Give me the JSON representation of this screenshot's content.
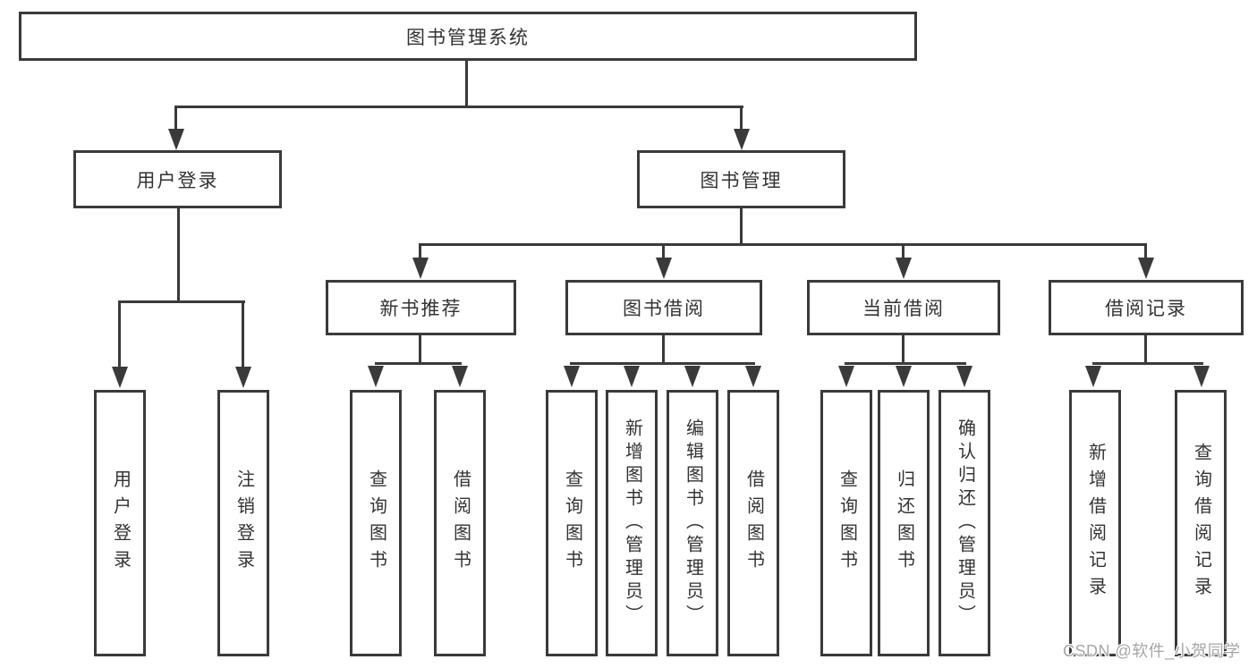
{
  "nodes": {
    "root": "图书管理系统",
    "user_login": "用户登录",
    "book_management": "图书管理",
    "new_book_recommend": "新书推荐",
    "book_borrowing": "图书借阅",
    "current_borrowing": "当前借阅",
    "borrowing_records": "借阅记录",
    "leaf_user_login": "用户登录",
    "leaf_logout": "注销登录",
    "leaf_rec_query_books": "查询图书",
    "leaf_rec_borrow_books": "借阅图书",
    "leaf_bb_query_books": "查询图书",
    "leaf_bb_add_books": "新增图书（管理员）",
    "leaf_bb_edit_books": "编辑图书（管理员）",
    "leaf_bb_borrow_books": "借阅图书",
    "leaf_cb_query_books": "查询图书",
    "leaf_cb_return_books": "归还图书",
    "leaf_cb_confirm_return": "确认归还（管理员）",
    "leaf_br_add_record": "新增借阅记录",
    "leaf_br_query_record": "查询借阅记录"
  },
  "watermark": "CSDN @软件_小贺同学",
  "colors": {
    "line": "#3a3a3a",
    "text": "#333333",
    "watermark": "#a6a6a6",
    "bg": "#ffffff"
  }
}
